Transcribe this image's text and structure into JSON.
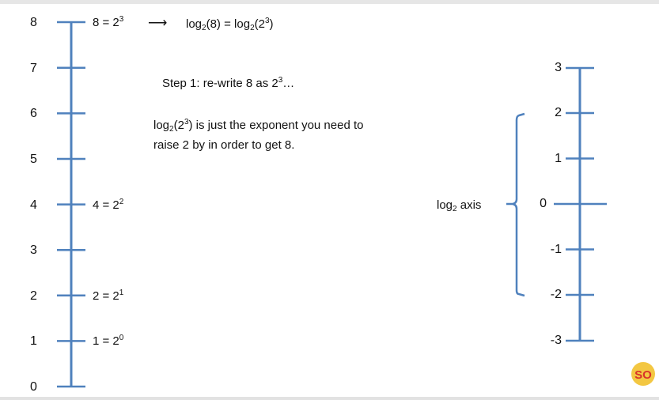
{
  "left_axis": {
    "ticks": [
      "0",
      "1",
      "2",
      "3",
      "4",
      "5",
      "6",
      "7",
      "8"
    ],
    "annotations": [
      {
        "value": 8,
        "base": "8 = 2",
        "exp": "3"
      },
      {
        "value": 4,
        "base": "4 = 2",
        "exp": "2"
      },
      {
        "value": 2,
        "base": "2 = 2",
        "exp": "1"
      },
      {
        "value": 1,
        "base": "1 = 2",
        "exp": "0"
      }
    ]
  },
  "right_axis": {
    "ticks": [
      "-3",
      "-2",
      "-1",
      "0",
      "1",
      "2",
      "3"
    ],
    "label": {
      "prefix": "log",
      "sub": "2",
      "suffix": " axis"
    }
  },
  "header_eq": {
    "arrow": "⟶",
    "lhs_a": "log",
    "lhs_sub": "2",
    "lhs_b": "(8) = ",
    "rhs_a": "log",
    "rhs_sub": "2",
    "rhs_b": "(2",
    "rhs_sup": "3",
    "rhs_c": ")"
  },
  "step1": {
    "text": "Step 1: re-write 8 as 2",
    "sup": "3",
    "tail": "…"
  },
  "explain": {
    "a": "log",
    "sub": "2",
    "b": "(2",
    "sup": "3",
    "c": ") is just the exponent you need to",
    "line2": "raise 2 by in order to get 8."
  },
  "colors": {
    "axis": "#4f81bd",
    "bracket": "#4f81bd",
    "text": "#111111"
  },
  "logo_text": "SO"
}
